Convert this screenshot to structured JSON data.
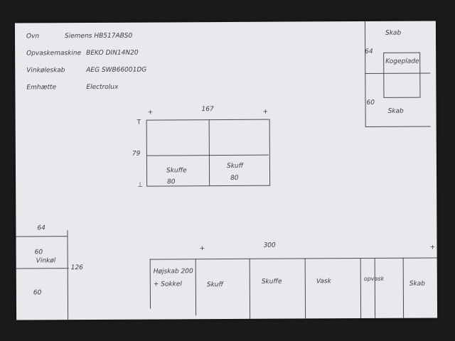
{
  "appliances": [
    {
      "label": "Ovn",
      "value": "Siemens HB517ABS0"
    },
    {
      "label": "Opvaskemaskine",
      "value": "BEKO DIN14N20"
    },
    {
      "label": "Vinkøleskab",
      "value": "AEG SWB66001DG"
    },
    {
      "label": "Emhætte",
      "value": "Electrolux"
    }
  ],
  "corner_sketch": {
    "dim_top": "64",
    "dim_left": "60",
    "top_label": "Skab",
    "middle_label": "Kogeplade",
    "bottom_label": "Skab"
  },
  "island_sketch": {
    "width": "167",
    "height": "79",
    "left_drawer": "Skuffe",
    "left_width": "80",
    "right_drawer": "Skuff",
    "right_width": "80"
  },
  "wine_sketch": {
    "dim_top": "64",
    "dim_side": "126",
    "upper_label_1": "60",
    "upper_label_2": "Vinkøl",
    "lower_label": "60"
  },
  "wall_sketch": {
    "width": "300",
    "cabinets": [
      "Højskab 200 + Sokkel",
      "Skuff",
      "Skuffe",
      "Vask",
      "opvask",
      "Skab"
    ]
  }
}
